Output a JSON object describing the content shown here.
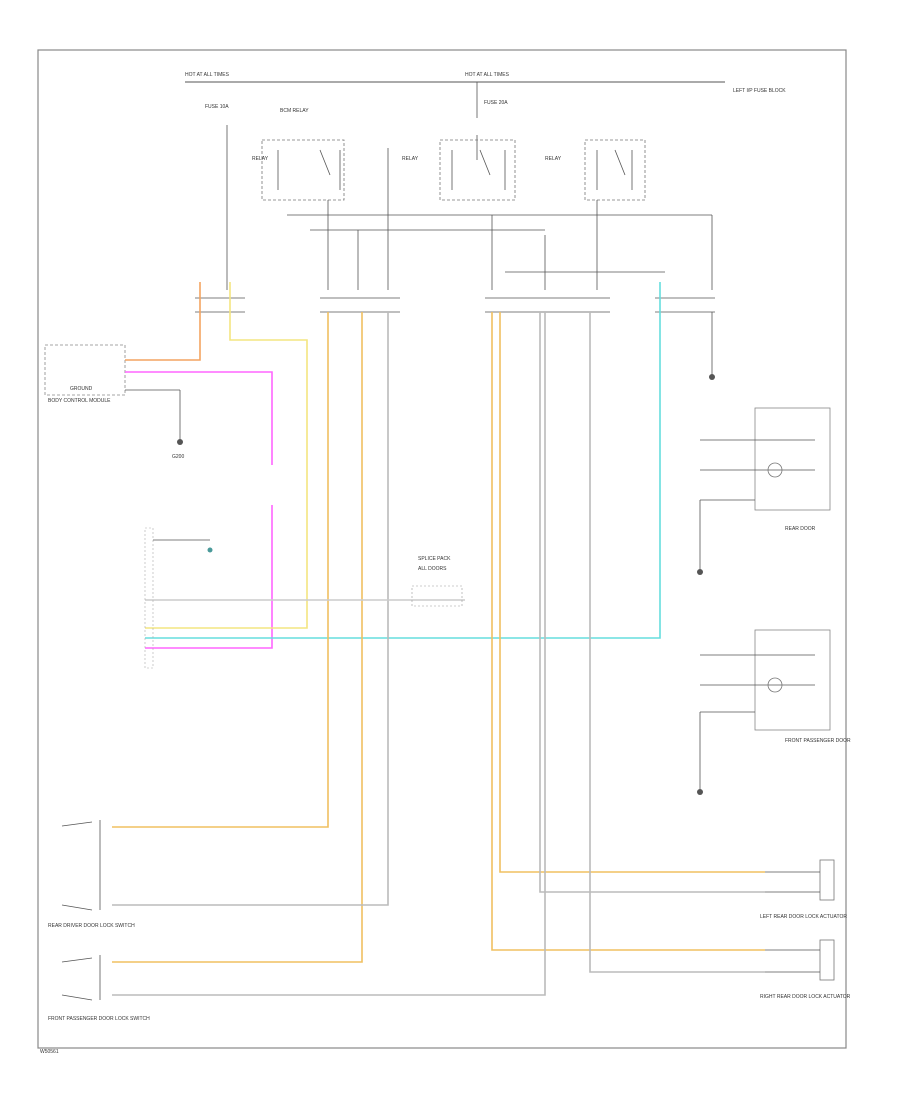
{
  "colors": {
    "orange": "#f4a460",
    "yellow": "#f4e580",
    "pink": "#ff66ff",
    "cyan": "#66dddd",
    "tan": "#f0c060",
    "gray": "#bbbbbb",
    "black": "#555555"
  },
  "top": {
    "hot_left": "HOT AT ALL TIMES",
    "hot_center": "HOT AT ALL TIMES",
    "hot_right": "LEFT I/P FUSE BLOCK",
    "fuse_left": "FUSE 10A",
    "fuse_center": "FUSE 20A",
    "relay_body": "BCM RELAY",
    "relay_left": "RELAY",
    "relay_mid": "RELAY",
    "relay_right": "RELAY"
  },
  "modules": {
    "bcm": "BODY CONTROL MODULE",
    "bcm_ground": "GROUND",
    "rear_driver_switch": "REAR DRIVER DOOR LOCK SWITCH",
    "front_passenger_switch": "FRONT PASSENGER DOOR LOCK SWITCH",
    "rear_door": "REAR DOOR",
    "front_pass_door": "FRONT PASSENGER DOOR",
    "left_rear_actuator": "LEFT REAR DOOR LOCK ACTUATOR",
    "right_rear_actuator": "RIGHT REAR DOOR LOCK ACTUATOR",
    "splice_note": "ALL DOORS",
    "splice_center": "SPLICE PACK",
    "ground_label": "G200"
  },
  "footer": {
    "page_code": "W50561"
  }
}
